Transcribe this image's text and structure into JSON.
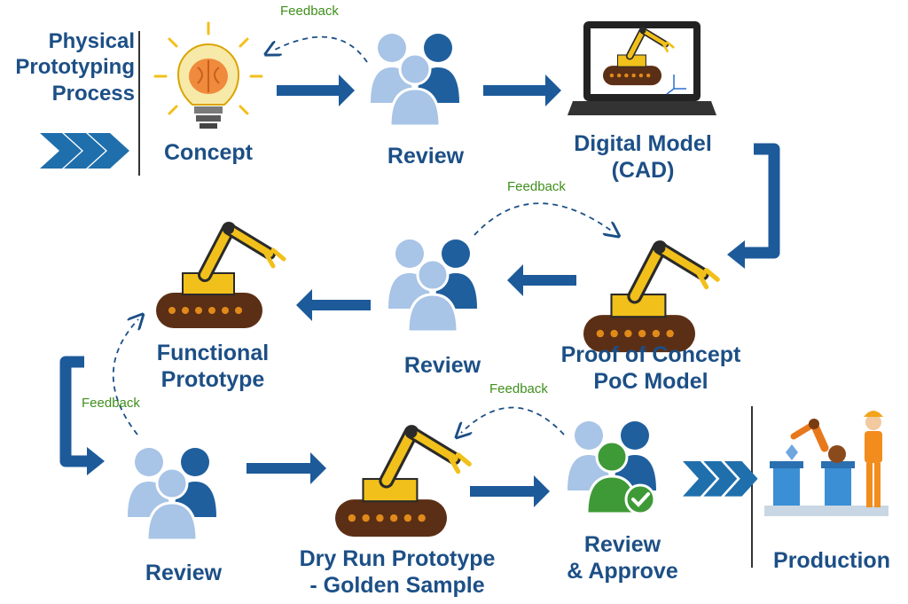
{
  "title": {
    "line1": "Physical",
    "line2": "Prototyping",
    "line3": "Process"
  },
  "nodes": {
    "concept": "Concept",
    "review_1": "Review",
    "digital_model_line1": "Digital Model",
    "digital_model_line2": "(CAD)",
    "poc_line1": "Proof of Concept",
    "poc_line2": "PoC Model",
    "review_2": "Review",
    "functional_line1": "Functional",
    "functional_line2": "Prototype",
    "review_3": "Review",
    "dry_run_line1": "Dry Run Prototype",
    "dry_run_line2": "- Golden Sample",
    "review_approve_line1": "Review",
    "review_approve_line2": "& Approve",
    "production": "Production"
  },
  "feedback": {
    "f1": "Feedback",
    "f2": "Feedback",
    "f3": "Feedback",
    "f4": "Feedback"
  },
  "colors": {
    "arrow": "#1c5a9a",
    "label": "#1c4f86",
    "feedback_text": "#3f8f1c",
    "person_light": "#a8c4e6",
    "person_dark": "#1f5f9e",
    "robot_yellow": "#f2c01a",
    "track_brown": "#5b2f15",
    "approve_green": "#3e9a36"
  },
  "icons": [
    "lightbulb-brain-icon",
    "team-review-icon",
    "laptop-cad-icon",
    "robot-arm-icon",
    "approve-check-icon",
    "production-factory-icon",
    "chevrons-icon"
  ]
}
